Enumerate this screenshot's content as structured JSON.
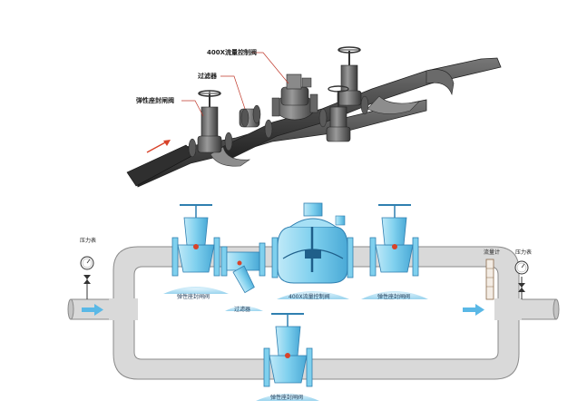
{
  "iso_view": {
    "labels": {
      "flow_control_valve": "400X流量控制阀",
      "filter": "过滤器",
      "gate_valve": "弹性座封闸阀"
    }
  },
  "schematic": {
    "left_gauge_label": "压力表",
    "right_gauge_label": "压力表",
    "flow_meter_label": "流量计",
    "gate_valve_left_label": "弹性座封闸阀",
    "filter_label": "过滤器",
    "flow_control_valve_label": "400X流量控制阀",
    "gate_valve_right_label": "弹性座封闸阀",
    "gate_valve_bypass_label": "弹性座封闸阀"
  },
  "colors": {
    "pipe_dark": "#3c3c3c",
    "pipe_light": "#d6d6d6",
    "pipe_outline": "#8a8a8a",
    "valve_blue": "#7fd0ee",
    "valve_blue_dark": "#2f7fb0",
    "arrow_red": "#d8432a",
    "flow_blue": "#5ab8e6"
  }
}
